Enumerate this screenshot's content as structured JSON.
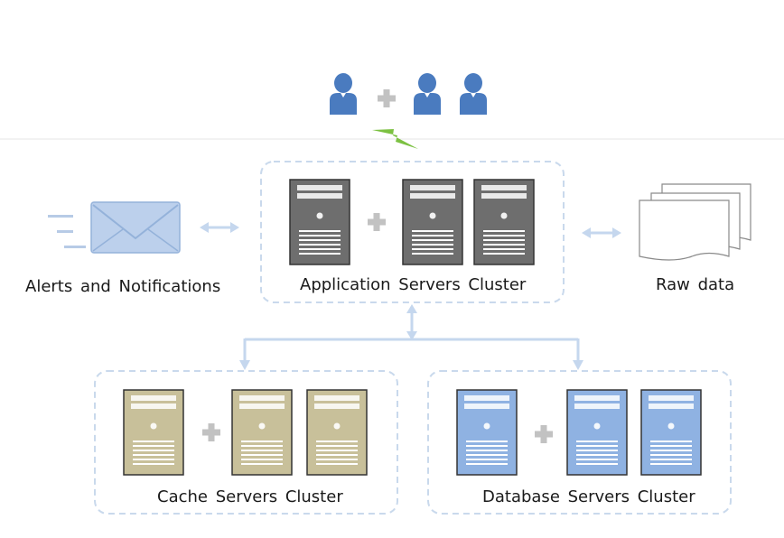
{
  "labels": {
    "alerts": "Alerts and Notifications",
    "app_cluster": "Application Servers Cluster",
    "raw_data": "Raw data",
    "cache_cluster": "Cache Servers Cluster",
    "db_cluster": "Database Servers Cluster"
  },
  "colors": {
    "user": "#4a7bbf",
    "plus": "#c2c2c2",
    "lightning": "#7cc142",
    "app_server": "#6e6e6e",
    "cache_server": "#c8c09a",
    "db_server": "#8fb2e2",
    "cluster_border": "#c9d9ec",
    "connector": "#c5d7ee",
    "envelope": "#bcd0ec",
    "divider": "#e6e6e6"
  },
  "icons": {
    "users": "user-icon",
    "lightning": "lightning-icon",
    "envelope": "envelope-icon",
    "documents": "documents-icon",
    "server": "server-icon"
  }
}
